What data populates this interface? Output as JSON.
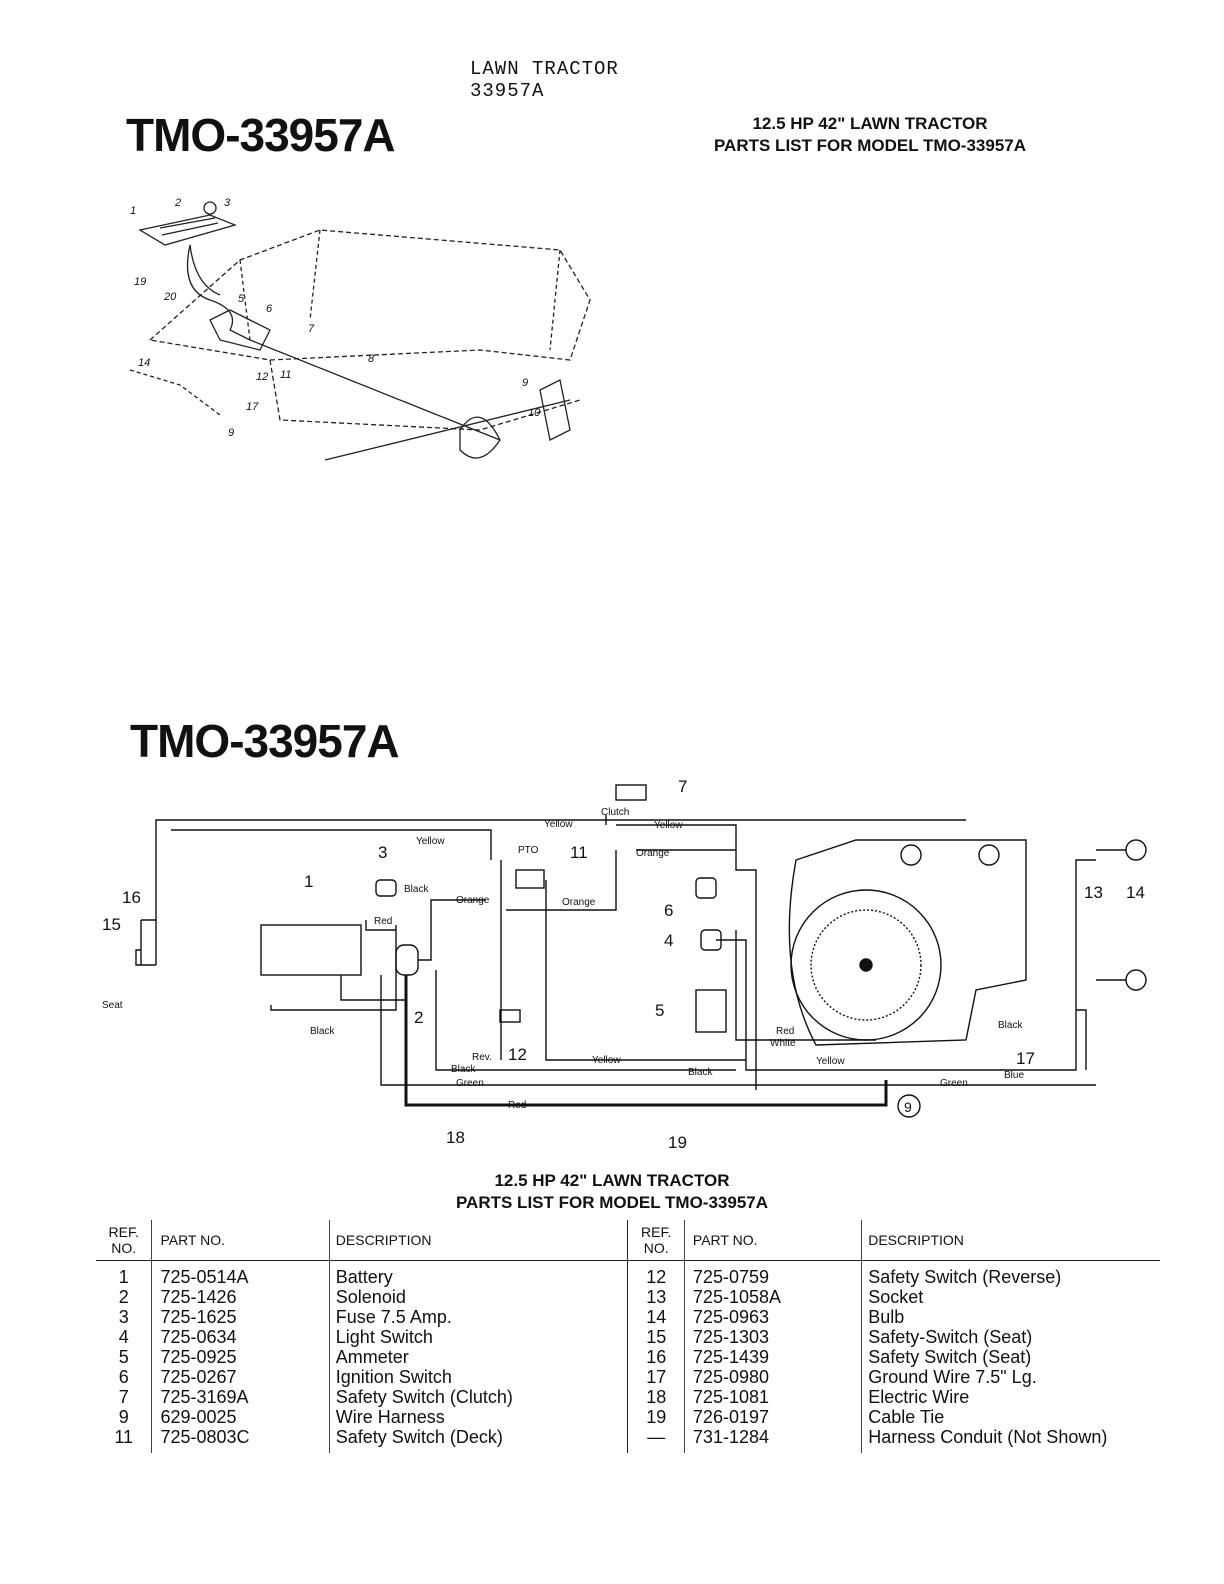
{
  "header": {
    "typed_line1": "LAWN TRACTOR",
    "typed_line2": "33957A",
    "model_top": "TMO-33957A",
    "title_line1": "12.5 HP 42\" LAWN TRACTOR",
    "title_line2": "PARTS LIST FOR MODEL TMO-33957A"
  },
  "wiring": {
    "model_label": "TMO-33957A",
    "labels": {
      "yellow": "Yellow",
      "orange": "Orange",
      "orange_typo": "Orange",
      "black": "Black",
      "red": "Red",
      "white": "White",
      "green": "Green",
      "blue": "Blue",
      "clutch": "Clutch",
      "pto": "PTO",
      "rev": "Rev.",
      "seat": "Seat"
    }
  },
  "parts_list": {
    "title_line1": "12.5 HP 42\" LAWN TRACTOR",
    "title_line2": "PARTS LIST FOR MODEL TMO-33957A",
    "headers": {
      "ref": "REF. NO.",
      "part": "PART NO.",
      "desc": "DESCRIPTION"
    },
    "left": [
      {
        "ref": "1",
        "part": "725-0514A",
        "desc": "Battery"
      },
      {
        "ref": "2",
        "part": "725-1426",
        "desc": "Solenoid"
      },
      {
        "ref": "3",
        "part": "725-1625",
        "desc": "Fuse 7.5 Amp."
      },
      {
        "ref": "4",
        "part": "725-0634",
        "desc": "Light Switch"
      },
      {
        "ref": "5",
        "part": "725-0925",
        "desc": "Ammeter"
      },
      {
        "ref": "6",
        "part": "725-0267",
        "desc": "Ignition Switch"
      },
      {
        "ref": "7",
        "part": "725-3169A",
        "desc": "Safety Switch (Clutch)"
      },
      {
        "ref": "9",
        "part": "629-0025",
        "desc": "Wire Harness"
      },
      {
        "ref": "11",
        "part": "725-0803C",
        "desc": "Safety Switch (Deck)"
      }
    ],
    "right": [
      {
        "ref": "12",
        "part": "725-0759",
        "desc": "Safety Switch (Reverse)"
      },
      {
        "ref": "13",
        "part": "725-1058A",
        "desc": "Socket"
      },
      {
        "ref": "14",
        "part": "725-0963",
        "desc": "Bulb"
      },
      {
        "ref": "15",
        "part": "725-1303",
        "desc": "Safety-Switch (Seat)"
      },
      {
        "ref": "16",
        "part": "725-1439",
        "desc": "Safety Switch (Seat)"
      },
      {
        "ref": "17",
        "part": "725-0980",
        "desc": "Ground Wire 7.5\" Lg."
      },
      {
        "ref": "18",
        "part": "725-1081",
        "desc": "Electric Wire"
      },
      {
        "ref": "19",
        "part": "726-0197",
        "desc": "Cable Tie"
      },
      {
        "ref": "—",
        "part": "731-1284",
        "desc": "Harness Conduit (Not Shown)"
      }
    ]
  }
}
